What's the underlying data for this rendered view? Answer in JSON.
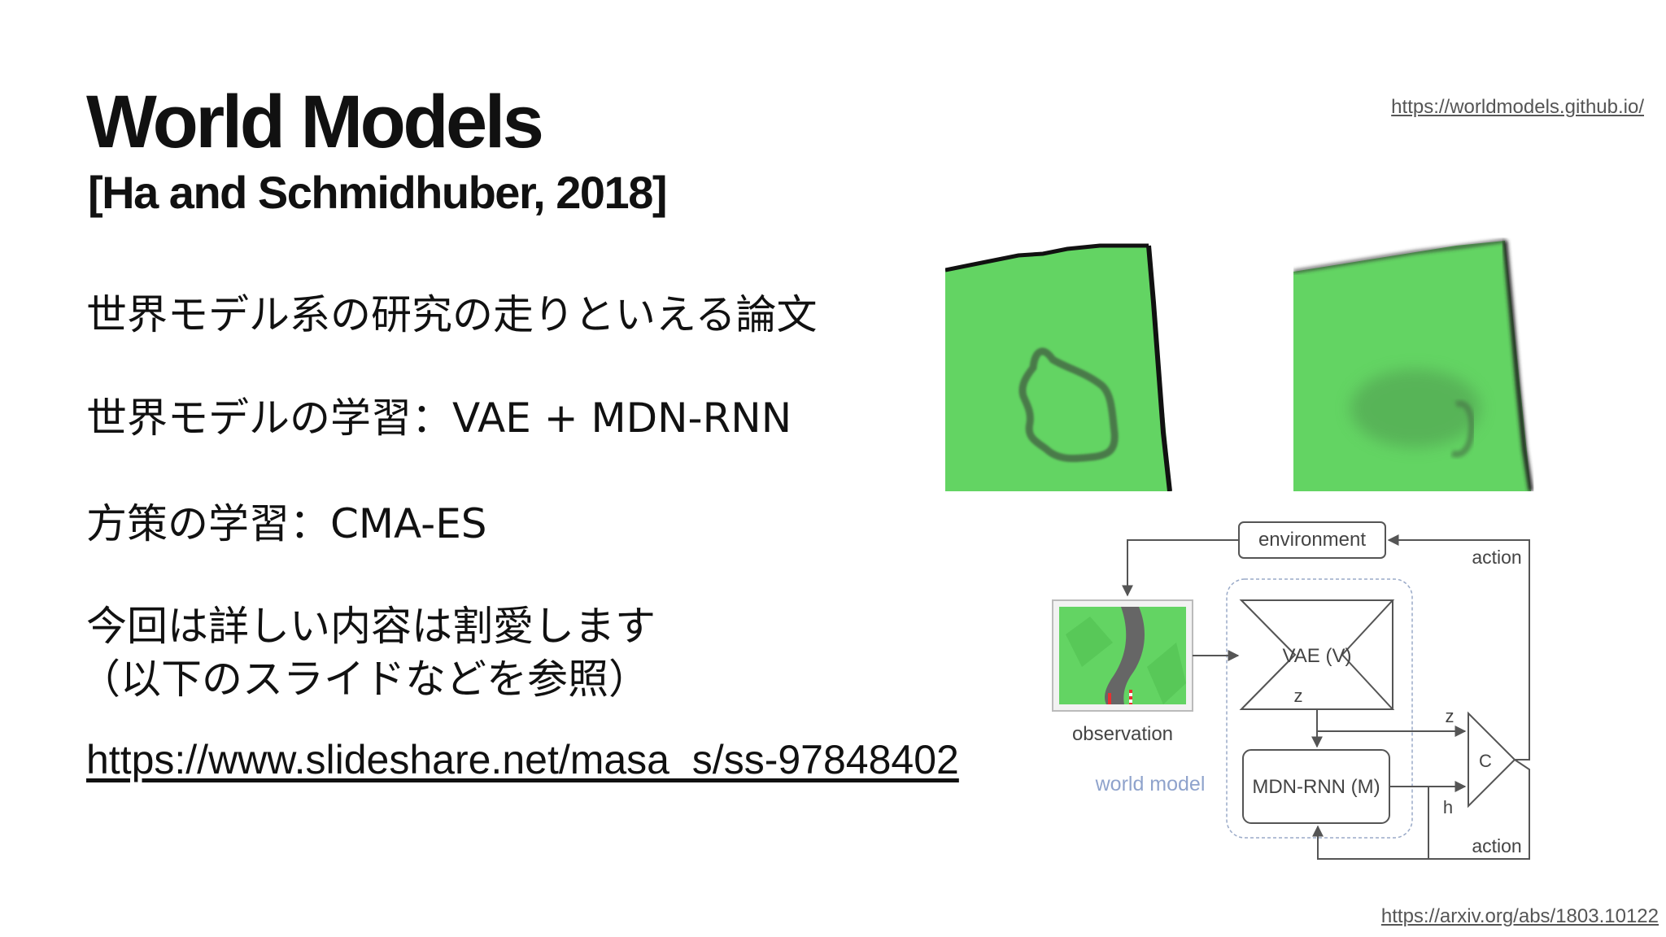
{
  "slide": {
    "title": "World Models",
    "subtitle": "[Ha and Schmidhuber, 2018]",
    "links": {
      "project": "https://worldmodels.github.io/",
      "arxiv": "https://arxiv.org/abs/1803.10122",
      "slides": "https://www.slideshare.net/masa_s/ss-97848402"
    },
    "bullets": [
      "世界モデル系の研究の走りといえる論文",
      "世界モデルの学習：VAE + MDN-RNN",
      "方策の学習：CMA-ES"
    ],
    "note_line1": "今回は詳しい内容は割愛します",
    "note_line2": "（以下のスライドなどを参照）"
  },
  "diagram": {
    "environment": "environment",
    "observation": "observation",
    "world_model": "world model",
    "vae": "VAE (V)",
    "mdn_rnn": "MDN-RNN (M)",
    "controller": "C",
    "z": "z",
    "h": "h",
    "action": "action"
  },
  "colors": {
    "track_green": "#63d463",
    "world_model_label": "#8fa3cc",
    "diagram_line": "#555555"
  }
}
